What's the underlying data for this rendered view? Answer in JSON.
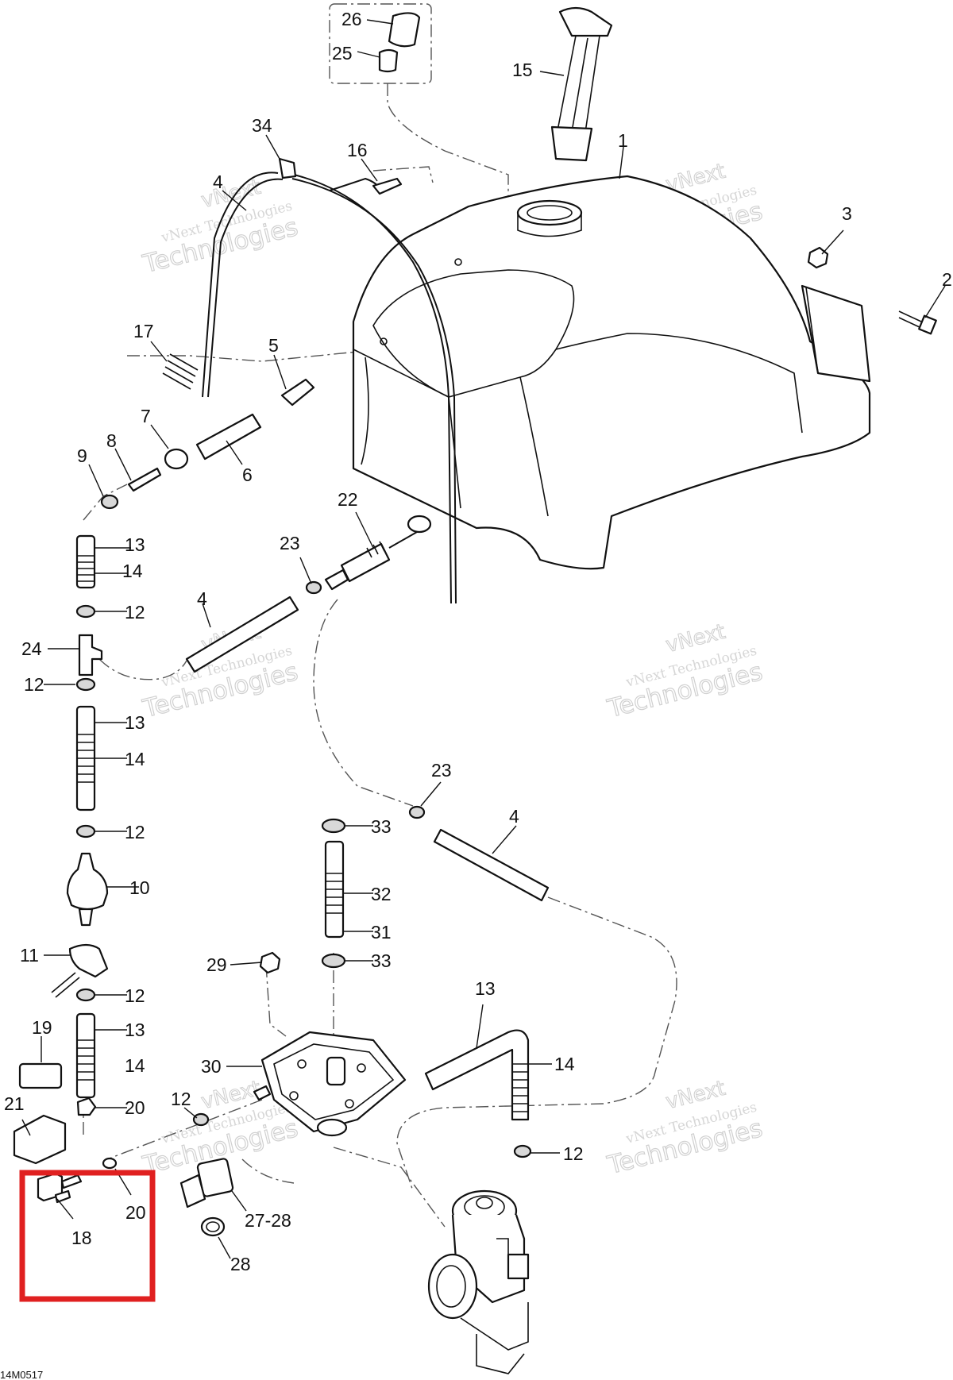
{
  "figure_code": "14M0517",
  "watermark": {
    "line1": "vNext Technologies",
    "line2": "Technologies",
    "line0": "vNext"
  },
  "highlight_color": "#e02020",
  "callouts": [
    "26",
    "25",
    "15",
    "34",
    "16",
    "1",
    "4",
    "3",
    "2",
    "17",
    "5",
    "7",
    "8",
    "9",
    "6",
    "22",
    "13",
    "14",
    "23",
    "12",
    "4",
    "24",
    "12",
    "13",
    "14",
    "12",
    "10",
    "23",
    "33",
    "4",
    "32",
    "31",
    "11",
    "29",
    "33",
    "12",
    "19",
    "13",
    "13",
    "30",
    "14",
    "14",
    "12",
    "21",
    "20",
    "12",
    "18",
    "20",
    "27-28",
    "28"
  ]
}
